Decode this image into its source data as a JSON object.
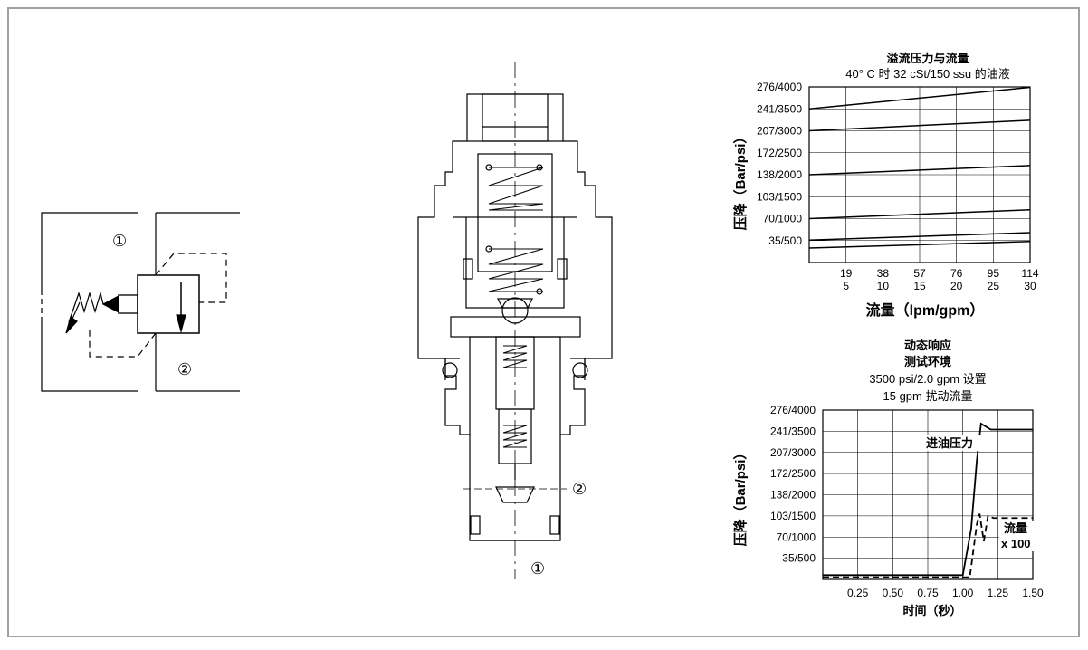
{
  "symbol": {
    "port_in": "①",
    "port_out": "②"
  },
  "section": {
    "port_in": "①",
    "port_out": "②"
  },
  "chart_data": [
    {
      "type": "line",
      "title": "溢流压力与流量",
      "subtitle": "40° C 时 32 cSt/150 ssu 的油液",
      "ylabel": "压降（Bar/psi）",
      "xlabel": "流量（lpm/gpm）",
      "y_ticks": [
        "35/500",
        "70/1000",
        "103/1500",
        "138/2000",
        "172/2500",
        "207/3000",
        "241/3500",
        "276/4000"
      ],
      "x_ticks_lpm": [
        "19",
        "38",
        "57",
        "76",
        "95",
        "114"
      ],
      "x_ticks_gpm": [
        "5",
        "10",
        "15",
        "20",
        "25",
        "30"
      ],
      "ylim": [
        0,
        4000
      ],
      "xlim": [
        0,
        30
      ],
      "grid": true,
      "series": [
        {
          "x": [
            0,
            30
          ],
          "values": [
            3500,
            3990
          ]
        },
        {
          "x": [
            0,
            30
          ],
          "values": [
            3000,
            3240
          ]
        },
        {
          "x": [
            0,
            30
          ],
          "values": [
            2000,
            2210
          ]
        },
        {
          "x": [
            0,
            30
          ],
          "values": [
            1000,
            1200
          ]
        },
        {
          "x": [
            0,
            30
          ],
          "values": [
            510,
            680
          ]
        },
        {
          "x": [
            0,
            30
          ],
          "values": [
            330,
            480
          ]
        }
      ]
    },
    {
      "type": "line",
      "title": "动态响应",
      "subtitle_lines": [
        "测试环境",
        "3500 psi/2.0 gpm 设置",
        "15 gpm 扰动流量"
      ],
      "ylabel": "压降（Bar/psi）",
      "xlabel": "时间（秒）",
      "y_ticks": [
        "35/500",
        "70/1000",
        "103/1500",
        "138/2000",
        "172/2500",
        "207/3000",
        "241/3500",
        "276/4000"
      ],
      "x_ticks": [
        "0.25",
        "0.50",
        "0.75",
        "1.00",
        "1.25",
        "1.50"
      ],
      "xlim": [
        0,
        1.5
      ],
      "ylim": [
        0,
        4000
      ],
      "grid": true,
      "annotations": {
        "inlet_pressure": "进油压力",
        "flow_label": "流量",
        "flow_scale": "x 100"
      },
      "series": [
        {
          "name": "进油压力",
          "style": "solid",
          "x": [
            0,
            1.0,
            1.06,
            1.1,
            1.13,
            1.2,
            1.5
          ],
          "values": [
            100,
            100,
            1200,
            2800,
            3680,
            3540,
            3540
          ]
        },
        {
          "name": "流量",
          "style": "dashed",
          "x": [
            0,
            1.05,
            1.1,
            1.12,
            1.15,
            1.18,
            1.22,
            1.5
          ],
          "values": [
            50,
            50,
            1300,
            1550,
            900,
            1500,
            1450,
            1450
          ]
        }
      ]
    }
  ]
}
